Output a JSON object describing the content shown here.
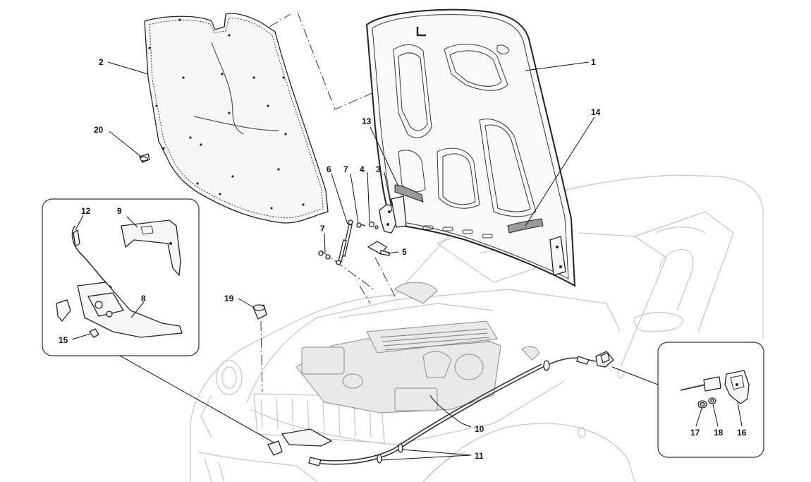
{
  "diagram": {
    "callouts": [
      {
        "id": "c1",
        "label": "1"
      },
      {
        "id": "c2",
        "label": "2"
      },
      {
        "id": "c3",
        "label": "3"
      },
      {
        "id": "c4",
        "label": "4"
      },
      {
        "id": "c5",
        "label": "5"
      },
      {
        "id": "c6",
        "label": "6"
      },
      {
        "id": "c7a",
        "label": "7"
      },
      {
        "id": "c7b",
        "label": "7"
      },
      {
        "id": "c8",
        "label": "8"
      },
      {
        "id": "c9",
        "label": "9"
      },
      {
        "id": "c10",
        "label": "10"
      },
      {
        "id": "c11",
        "label": "11"
      },
      {
        "id": "c12",
        "label": "12"
      },
      {
        "id": "c13",
        "label": "13"
      },
      {
        "id": "c14",
        "label": "14"
      },
      {
        "id": "c15",
        "label": "15"
      },
      {
        "id": "c16",
        "label": "16"
      },
      {
        "id": "c17",
        "label": "17"
      },
      {
        "id": "c18",
        "label": "18"
      },
      {
        "id": "c19",
        "label": "19"
      },
      {
        "id": "c20",
        "label": "20"
      }
    ]
  }
}
